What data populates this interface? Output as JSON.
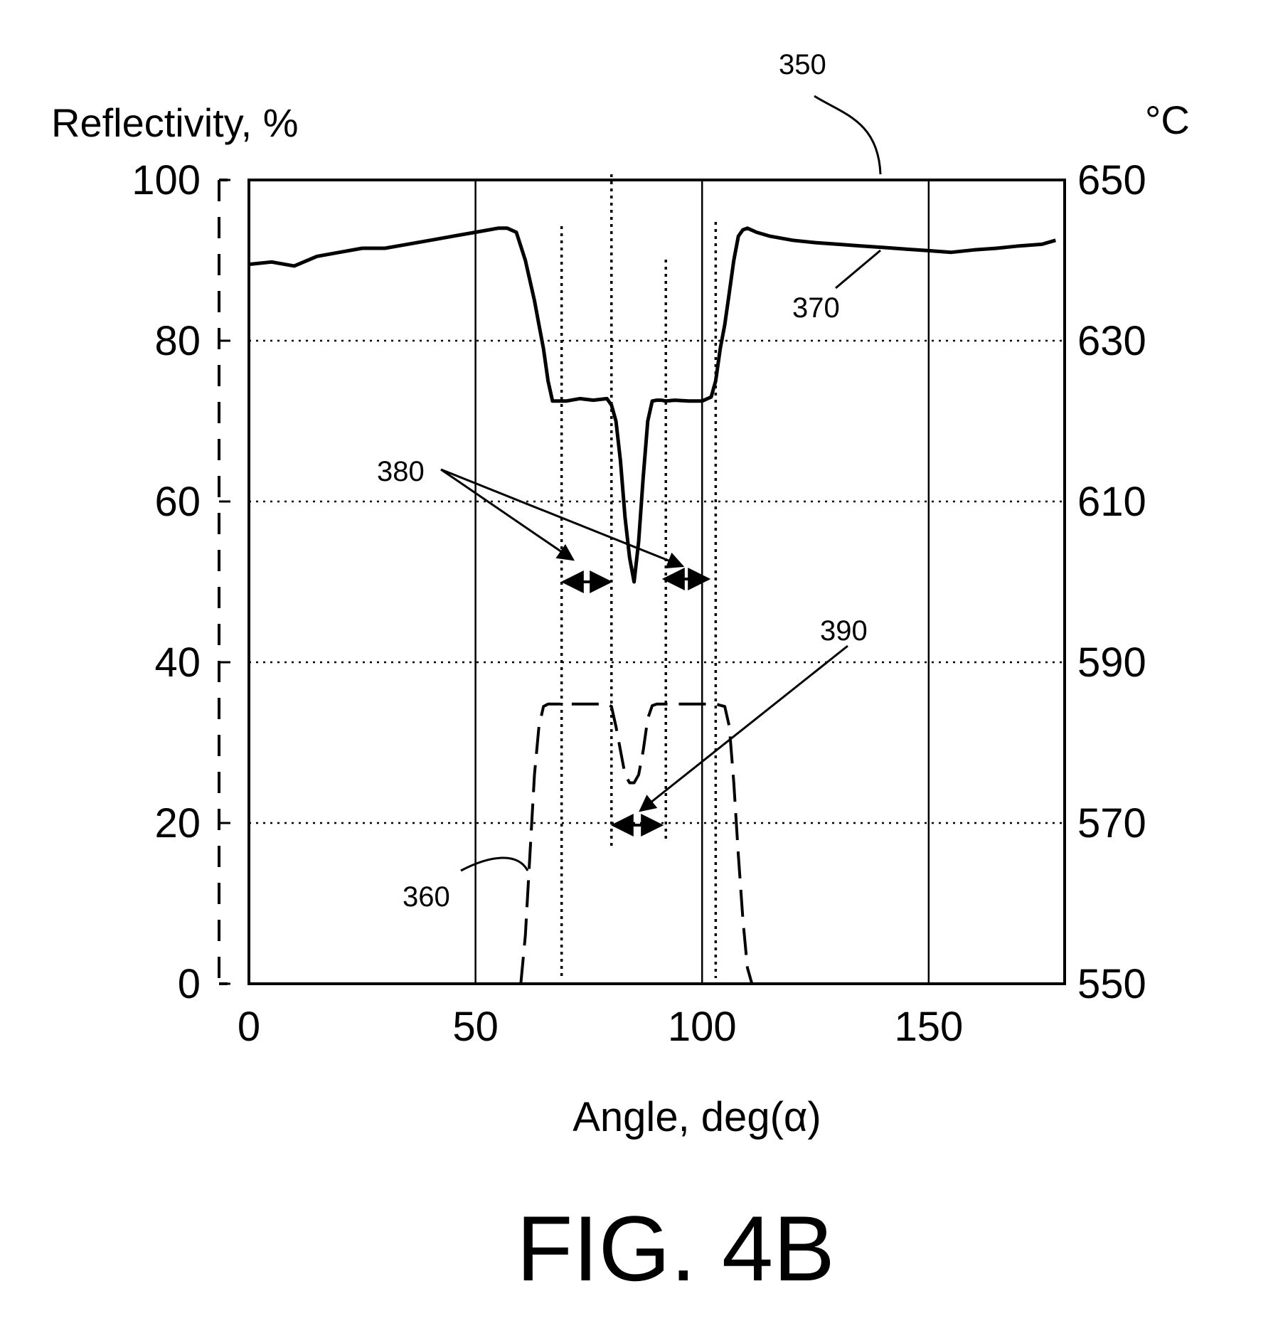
{
  "chart_data": {
    "type": "line",
    "caption": "FIG. 4B",
    "xlabel": "Angle, deg(α)",
    "ylabel_left": "Reflectivity, %",
    "ylabel_right": "°C",
    "xlim": [
      0,
      180
    ],
    "ylim_left": [
      0,
      100
    ],
    "ylim_right": [
      550,
      650
    ],
    "x_ticks": [
      "0",
      "50",
      "100",
      "150"
    ],
    "x_tick_values": [
      0,
      50,
      100,
      150
    ],
    "y_left_ticks": [
      "0",
      "20",
      "40",
      "60",
      "80",
      "100"
    ],
    "y_left_tick_values": [
      0,
      20,
      40,
      60,
      80,
      100
    ],
    "y_right_ticks": [
      "550",
      "570",
      "590",
      "610",
      "630",
      "650"
    ],
    "y_right_tick_values": [
      550,
      570,
      590,
      610,
      630,
      650
    ],
    "grid": {
      "vertical_solid": [
        50,
        100,
        150
      ],
      "horizontal_dotted": [
        20,
        40,
        60,
        80
      ]
    },
    "series": [
      {
        "name": "370",
        "style": "solid",
        "axis": "left",
        "x": [
          0,
          5,
          10,
          15,
          20,
          25,
          30,
          35,
          40,
          45,
          50,
          55,
          57,
          59,
          61,
          63,
          64,
          65,
          66,
          67,
          68,
          70,
          73,
          76,
          79,
          80,
          81,
          82,
          83,
          84,
          85,
          86,
          87,
          88,
          89,
          90,
          91,
          92,
          94,
          97,
          100,
          102,
          103,
          104,
          105,
          106,
          107,
          108,
          109,
          110,
          112,
          115,
          120,
          125,
          130,
          135,
          140,
          145,
          150,
          155,
          160,
          165,
          170,
          175,
          178
        ],
        "y": [
          89.5,
          89.8,
          89.3,
          90.5,
          91,
          91.5,
          91.5,
          92,
          92.5,
          93,
          93.5,
          94,
          94,
          93.5,
          90,
          85,
          82,
          79,
          75,
          72.5,
          72.5,
          72.5,
          72.8,
          72.6,
          72.8,
          72,
          70,
          65,
          58,
          53,
          50,
          55,
          63,
          70,
          72.5,
          72.6,
          72.6,
          72.5,
          72.6,
          72.5,
          72.5,
          73,
          75,
          79,
          82,
          86,
          90,
          93,
          93.8,
          94,
          93.5,
          93,
          92.5,
          92.2,
          92,
          91.8,
          91.6,
          91.4,
          91.2,
          91,
          91.3,
          91.5,
          91.8,
          92,
          92.5
        ]
      },
      {
        "name": "360",
        "style": "dashed",
        "axis": "right",
        "x": [
          60,
          61,
          62,
          63,
          64,
          65,
          66,
          67,
          70,
          75,
          79,
          80,
          81,
          82,
          83,
          84,
          85,
          86,
          87,
          88,
          89,
          90,
          93,
          97,
          100,
          103,
          105,
          106,
          107,
          108,
          109,
          110,
          111
        ],
        "y": [
          550,
          556,
          566,
          576,
          582,
          584.5,
          584.8,
          584.8,
          584.8,
          584.8,
          584.8,
          584.5,
          582,
          579,
          576,
          575,
          575,
          576,
          579,
          583,
          584.6,
          584.8,
          584.8,
          584.8,
          584.8,
          584.8,
          584.5,
          582,
          575,
          566,
          558,
          552,
          550
        ]
      }
    ],
    "dotted_verticals": [
      69,
      80,
      92,
      103
    ],
    "annotations": [
      {
        "label": "350"
      },
      {
        "label": "370"
      },
      {
        "label": "380"
      },
      {
        "label": "390"
      },
      {
        "label": "360"
      }
    ]
  }
}
